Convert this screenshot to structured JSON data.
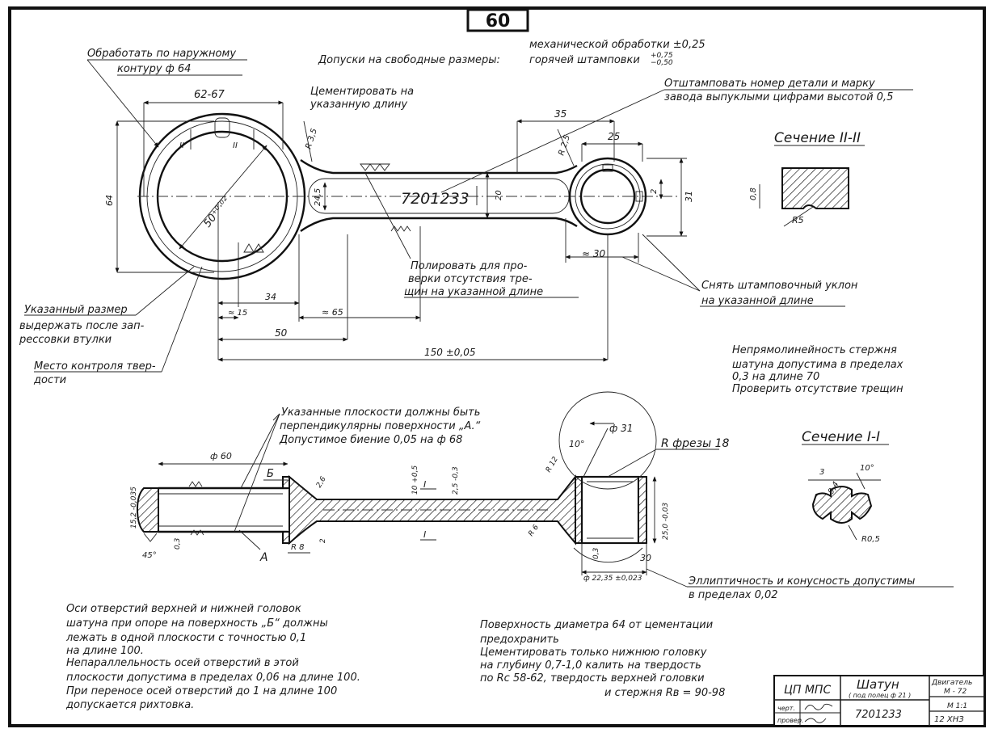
{
  "sheet": {
    "page_number": "60",
    "title_block": {
      "org": "ЦП МПС",
      "name": "Шатун",
      "name_sub": "( под полец ф 21 )",
      "engine": "Двигатель",
      "engine_model": "М - 72",
      "number": "7201233",
      "scale": "М 1:1",
      "code": "12 ХНЗ",
      "role_drawn": "черт.",
      "role_checked": "провер."
    }
  },
  "notes": {
    "tolerances_label": "Допуски на свободные размеры:",
    "tolerances_machining": "механической обработки ±0,25",
    "tolerances_forging_a": "горячей штамповки",
    "tolerances_forging_b": "+0,75",
    "tolerances_forging_c": "−0,50",
    "outer_contour_1": "Обработать по наружному",
    "outer_contour_2": "контуру ф 64",
    "cement_1": "Цементировать на",
    "cement_2": "указанную длину",
    "stamp_1": "Отштамповать номер детали и марку",
    "stamp_2": "завода выпуклыми цифрами высотой 0,5",
    "part_number": "7201233",
    "polish_1": "Полировать для про-",
    "polish_2": "верки отсутствия тре-",
    "polish_3": "щин на указанной длине",
    "draft_1": "Снять штамповочный уклон",
    "draft_2": "на указанной длине",
    "size_1": "Указанный размер",
    "size_2": "выдержать после зап-",
    "size_3": "рессовки втулки",
    "hardness_1": "Место контроля твер-",
    "hardness_2": "дости",
    "straight_1": "Непрямолинейность стержня",
    "straight_2": "шатуна допустима в пределах",
    "straight_3": "0,3 на длине 70",
    "straight_4": "Проверить отсутствие трещин",
    "perp_1": "Указанные плоскости должны быть",
    "perp_2": "перпендикулярны поверхности „А.“",
    "perp_3": "Допустимое биение 0,05 на ф 68",
    "mill": "R фрезы 18",
    "ellip_1": "Эллиптичность и конусность допустимы",
    "ellip_2": "в пределах 0,02",
    "axes": [
      "Оси отверстий верхней и нижней головок",
      "шатуна при опоре на поверхность „Б“ должны",
      "лежать в одной плоскости с точностью 0,1",
      "на длине 100.",
      "Непараллельность осей отверстий в этой",
      "плоскости допустима в пределах 0,06 на длине 100.",
      "При переносе осей отверстий до 1 на длине 100",
      "допускается рихтовка."
    ],
    "surface": [
      "Поверхность диаметра 64 от цементации",
      "предохранить",
      "Цементировать только нижнюю головку",
      "на глубину 0,7-1,0 калить на твердость",
      "по Rc 58-62, твердость верхней головки",
      "и стержня  Rв = 90-98"
    ]
  },
  "sections": {
    "ii_title": "Сечение II-II",
    "i_title": "Сечение I-I",
    "ii_r": "R5",
    "ii_h": "0,8",
    "i_angle": "10°",
    "i_r": "R0,5",
    "i_w": "3",
    "i_h": "9,4"
  },
  "dims": {
    "big_head_width": "62-67",
    "bore_dia": "50⁺⁰·⁰²",
    "height_64": "64",
    "r35": "R 3,5",
    "r25": "R 2,5",
    "d35": "35",
    "d25": "25",
    "d31": "31",
    "d20": "20",
    "d24": "24,5",
    "d2": "2",
    "approx30": "≈ 30",
    "d34": "34",
    "approx15": "≈ 15",
    "approx65": "≈ 65",
    "d50": "50",
    "d150": "150 ±0,05",
    "phi60": "ф 60",
    "phi31": "ф 31",
    "angle10": "10°",
    "r12": "R 12",
    "r6": "R 6",
    "r8": "R 8",
    "d152": "15,2 -0,035",
    "d25r": "25,0 -0,03",
    "d10": "10 +0,5",
    "d25b": "2,5 -0,3",
    "d03": "0,3",
    "d45": "45°",
    "d2235": "ф 22,35 ±0,023",
    "d30": "30",
    "d26": "2,6",
    "d2b": "2",
    "label_A": "А",
    "label_B": "Б",
    "label_I": "I",
    "label_II": "II",
    "d_len_bottom": "0,3"
  }
}
